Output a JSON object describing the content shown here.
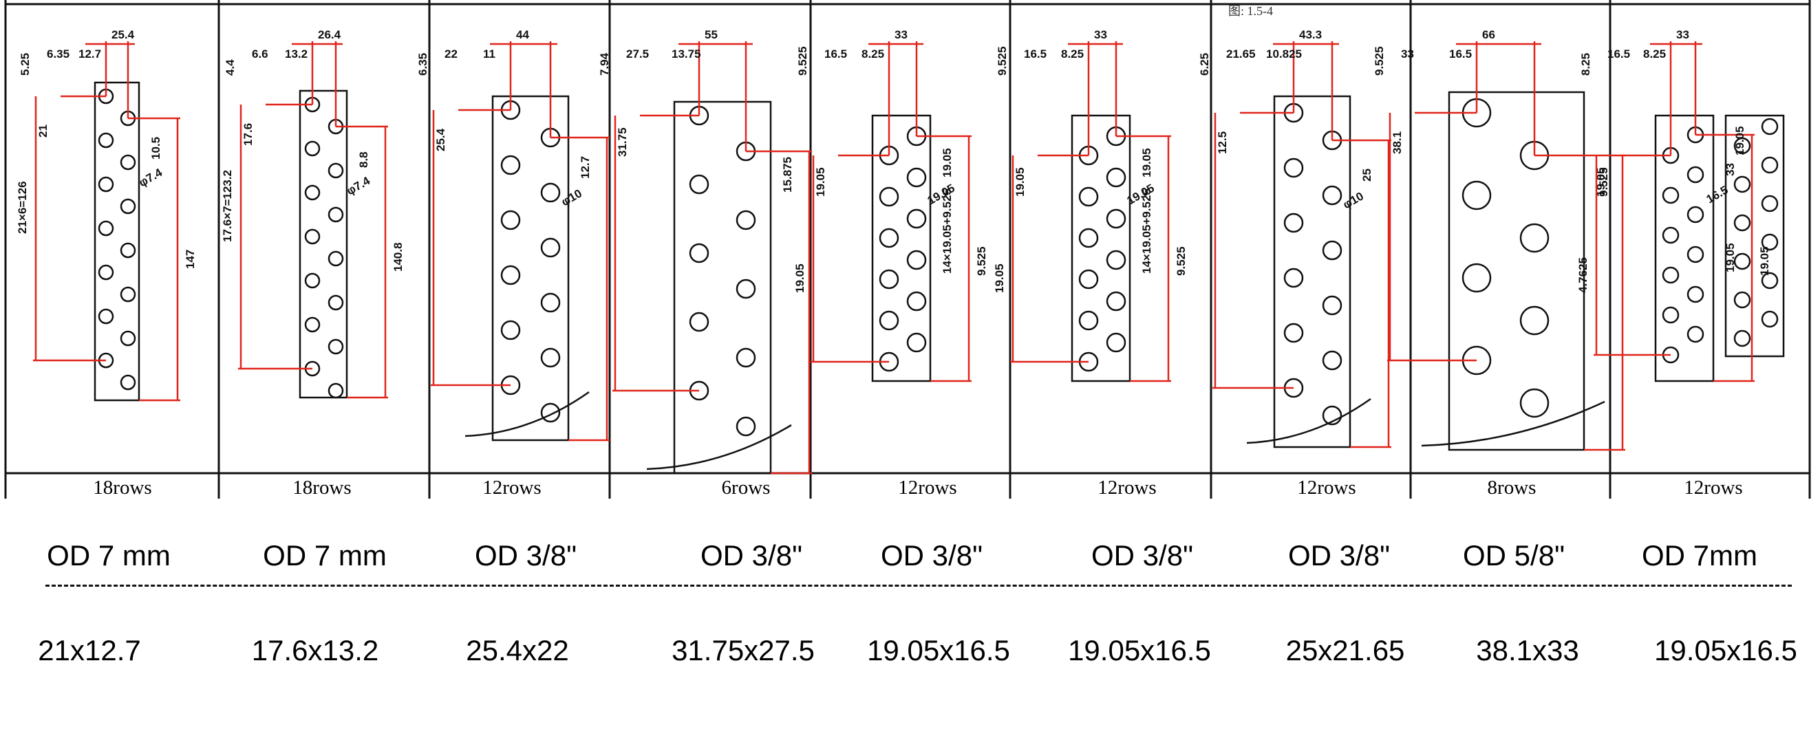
{
  "scale_note": "图: 1.5-4",
  "panels": [
    {
      "rows_label": "18rows",
      "od": "OD 7 mm",
      "pitch": "21x12.7",
      "dims": [
        "25.4",
        "12.7",
        "6.35",
        "5.25",
        "21",
        "10.5",
        "φ7.4",
        "21×6=126",
        "147"
      ]
    },
    {
      "rows_label": "18rows",
      "od": "OD 7 mm",
      "pitch": "17.6x13.2",
      "dims": [
        "26.4",
        "13.2",
        "6.6",
        "4.4",
        "17.6",
        "8.8",
        "φ7.4",
        "17.6×7=123.2",
        "140.8"
      ]
    },
    {
      "rows_label": "12rows",
      "od": "OD 3/8\"",
      "pitch": "25.4x22",
      "dims": [
        "44",
        "11",
        "22",
        "6.35",
        "25.4",
        "12.7",
        "φ10"
      ]
    },
    {
      "rows_label": "6rows",
      "od": "OD 3/8\"",
      "pitch": "31.75x27.5",
      "dims": [
        "55",
        "13.75",
        "27.5",
        "7.94",
        "31.75",
        "15.875"
      ]
    },
    {
      "rows_label": "12rows",
      "od": "OD 3/8\"",
      "pitch": "19.05x16.5",
      "dims": [
        "33",
        "8.25",
        "16.5",
        "9.525",
        "19.05",
        "19.05",
        "19.05",
        "19.05",
        "9.525",
        "14×19.05+9.525"
      ]
    },
    {
      "rows_label": "12rows",
      "od": "OD 3/8\"",
      "pitch": "19.05x16.5",
      "dims": [
        "33",
        "8.25",
        "16.5",
        "9.525",
        "19.05",
        "19.05",
        "19.05",
        "19.05",
        "9.525",
        "14×19.05+9.525"
      ]
    },
    {
      "rows_label": "12rows",
      "od": "OD 3/8\"",
      "pitch": "25x21.65",
      "dims": [
        "43.3",
        "10.825",
        "21.65",
        "6.25",
        "12.5",
        "25",
        "φ10"
      ]
    },
    {
      "rows_label": "8rows",
      "od": "OD 5/8\"",
      "pitch": "38.1x33",
      "dims": [
        "66",
        "16.5",
        "33",
        "9.525",
        "38.1",
        "19.05"
      ]
    },
    {
      "rows_label": "12rows",
      "od": "OD 7mm",
      "pitch": "19.05x16.5",
      "dims": [
        "33",
        "8.25",
        "16.5",
        "8.25",
        "9.525",
        "33",
        "16.5",
        "4.7625",
        "19.05",
        "19.05",
        "19.05"
      ]
    }
  ]
}
